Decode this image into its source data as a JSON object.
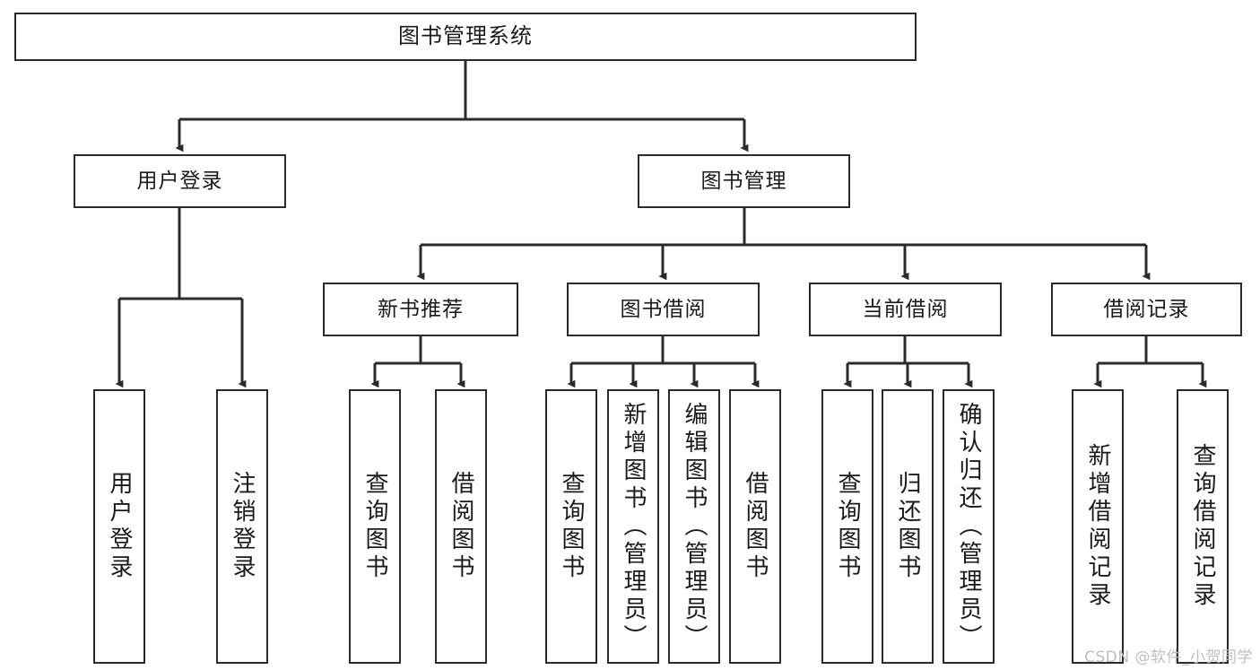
{
  "diagram": {
    "type": "tree-hierarchy-chart",
    "title": "图书管理系统",
    "line_color": "#2b2b2b",
    "text_color": "#1a1a1a",
    "background": "#ffffff",
    "nodes": {
      "root": {
        "label": "图书管理系统"
      },
      "level1": [
        {
          "id": "user-login",
          "label": "用户登录"
        },
        {
          "id": "book-manage",
          "label": "图书管理"
        }
      ],
      "level2": [
        {
          "id": "new-book-recommend",
          "label": "新书推荐"
        },
        {
          "id": "book-borrow",
          "label": "图书借阅"
        },
        {
          "id": "current-borrow",
          "label": "当前借阅"
        },
        {
          "id": "borrow-record",
          "label": "借阅记录"
        }
      ],
      "leaves": {
        "user_login": [
          {
            "id": "leaf-user-login",
            "label": "用户登录"
          },
          {
            "id": "leaf-logout-login",
            "label": "注销登录"
          }
        ],
        "new_book_recommend": [
          {
            "id": "leaf-query-book-1",
            "label": "查询图书"
          },
          {
            "id": "leaf-borrow-book-1",
            "label": "借阅图书"
          }
        ],
        "book_borrow": [
          {
            "id": "leaf-query-book-2",
            "label": "查询图书"
          },
          {
            "id": "leaf-add-book",
            "label": "新增图书（管理员）"
          },
          {
            "id": "leaf-edit-book",
            "label": "编辑图书（管理员）"
          },
          {
            "id": "leaf-borrow-book-2",
            "label": "借阅图书"
          }
        ],
        "current_borrow": [
          {
            "id": "leaf-query-book-3",
            "label": "查询图书"
          },
          {
            "id": "leaf-return-book",
            "label": "归还图书"
          },
          {
            "id": "leaf-confirm-return",
            "label": "确认归还（管理员）"
          }
        ],
        "borrow_record": [
          {
            "id": "leaf-add-record",
            "label": "新增借阅记录"
          },
          {
            "id": "leaf-query-record",
            "label": "查询借阅记录"
          }
        ]
      }
    }
  },
  "watermark": {
    "text": "CSDN @软件_小贺同学"
  }
}
